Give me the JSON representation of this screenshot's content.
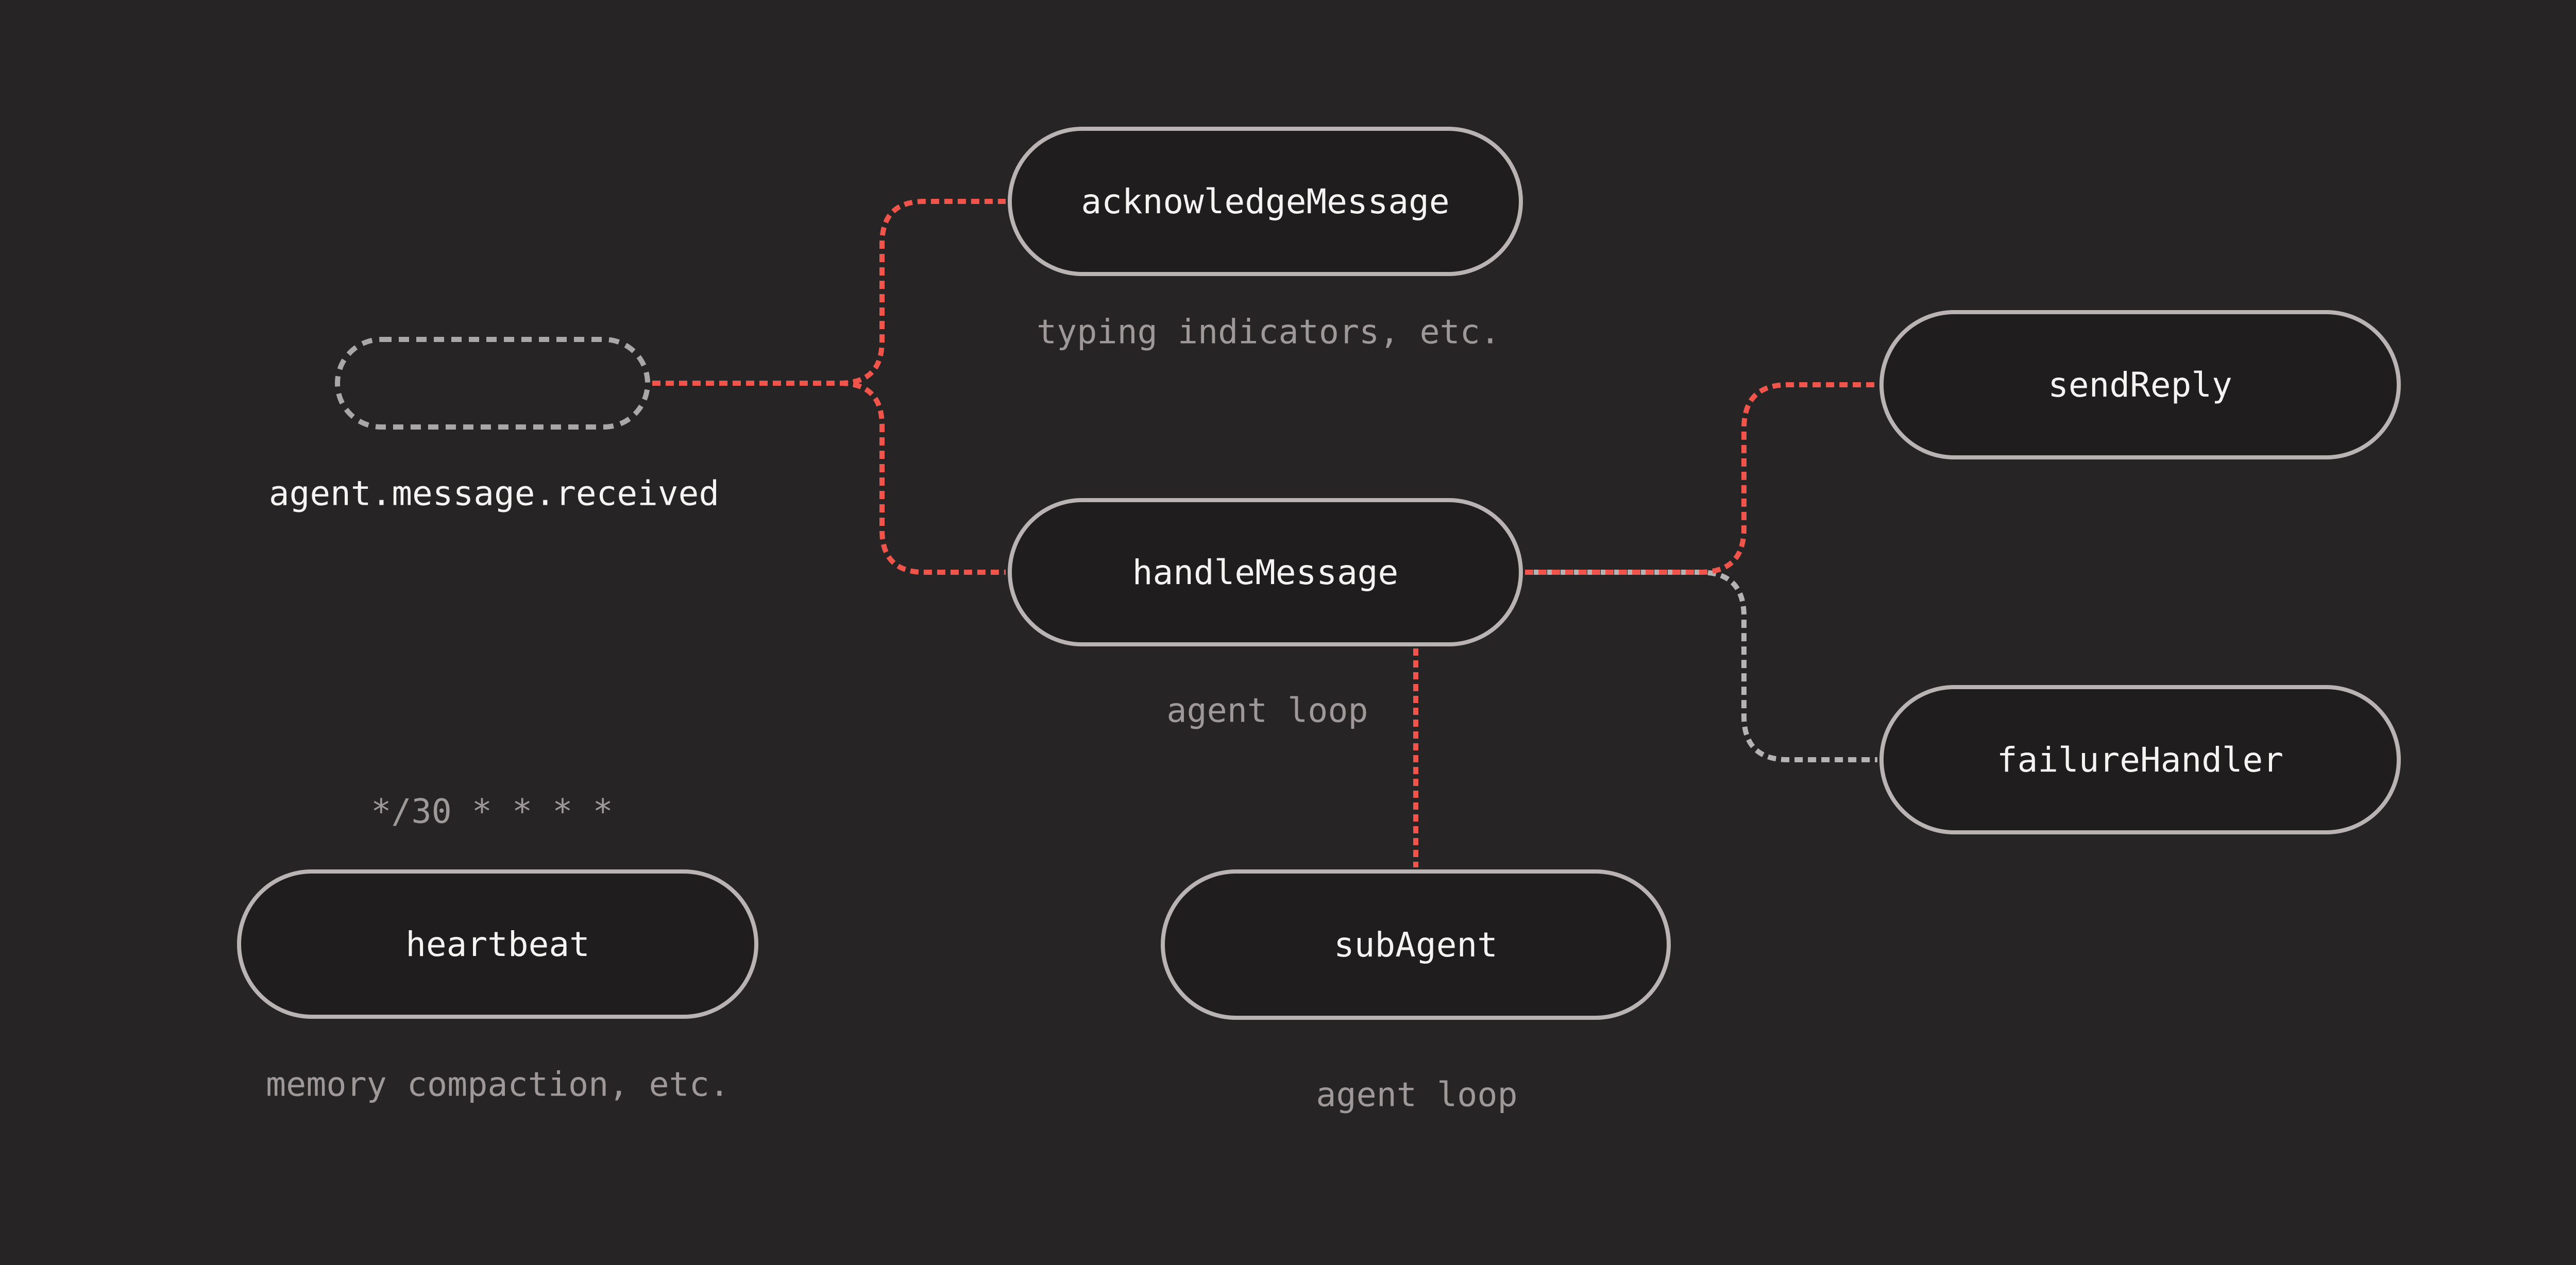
{
  "diagram": {
    "trigger": {
      "label": "agent.message.received"
    },
    "nodes": [
      {
        "label": "acknowledgeMessage",
        "caption": "typing indicators, etc."
      },
      {
        "label": "handleMessage",
        "caption": "agent loop"
      },
      {
        "label": "sendReply"
      },
      {
        "label": "failureHandler"
      },
      {
        "label": "heartbeat",
        "caption": "memory compaction, etc.",
        "schedule": "*/30 * * * *"
      },
      {
        "label": "subAgent",
        "caption": "agent loop"
      }
    ],
    "edges": [
      {
        "from": "agent.message.received",
        "to": "acknowledgeMessage",
        "color": "red"
      },
      {
        "from": "agent.message.received",
        "to": "handleMessage",
        "color": "red"
      },
      {
        "from": "handleMessage",
        "to": "sendReply",
        "color": "red"
      },
      {
        "from": "handleMessage",
        "to": "failureHandler",
        "color": "gray"
      },
      {
        "from": "handleMessage",
        "to": "subAgent",
        "color": "red"
      }
    ],
    "colors": {
      "background": "#262424",
      "node_fill": "#1f1d1d",
      "node_border": "#b9b3b3",
      "edge_red": "#f0544a",
      "edge_gray": "#b5b3b3",
      "ghost_border": "#a9a7a7",
      "caption_text": "#9e9898",
      "label_text": "#f6f4f2"
    }
  }
}
